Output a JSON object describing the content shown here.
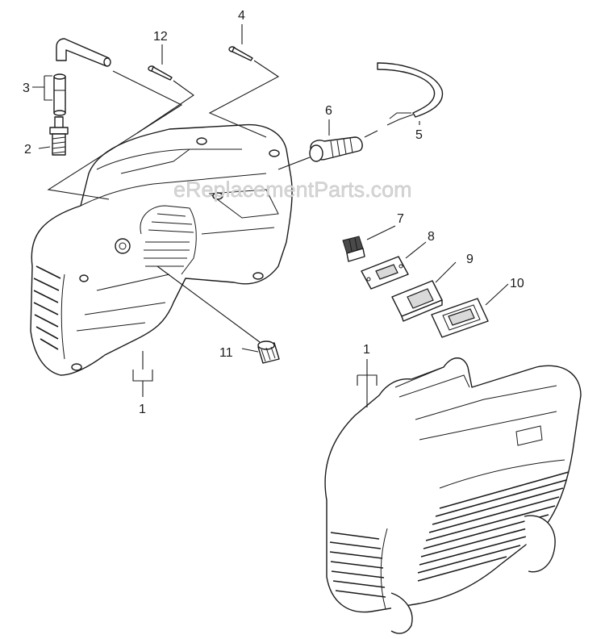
{
  "watermark": "eReplacementParts.com",
  "callouts": [
    {
      "id": "label-1-left",
      "text": "1"
    },
    {
      "id": "label-1-right",
      "text": "1"
    },
    {
      "id": "label-2",
      "text": "2"
    },
    {
      "id": "label-3",
      "text": "3"
    },
    {
      "id": "label-4",
      "text": "4"
    },
    {
      "id": "label-5",
      "text": "5"
    },
    {
      "id": "label-6",
      "text": "6"
    },
    {
      "id": "label-7",
      "text": "7"
    },
    {
      "id": "label-8",
      "text": "8"
    },
    {
      "id": "label-9",
      "text": "9"
    },
    {
      "id": "label-10",
      "text": "10"
    },
    {
      "id": "label-11",
      "text": "11"
    },
    {
      "id": "label-12",
      "text": "12"
    }
  ]
}
